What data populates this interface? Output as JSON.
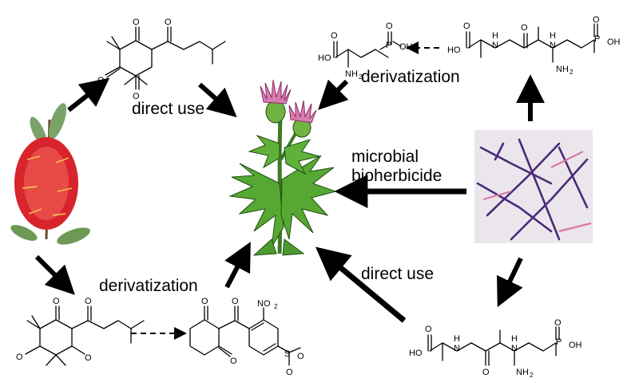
{
  "labels": {
    "direct_use_top": "direct use",
    "derivatization_top": "derivatization",
    "microbial_line1": "microbial",
    "microbial_line2": "bioherbicide",
    "derivatization_bottom": "derivatization",
    "direct_use_bottom": "direct use"
  },
  "atoms": {
    "O": "O",
    "HO": "HO",
    "NH2": "NH",
    "sub2": "2",
    "NO2": "NO",
    "P": "P",
    "OH": "OH",
    "H": "H",
    "N": "N",
    "S": "S"
  },
  "colors": {
    "arrow": "#000000",
    "flower_red": "#d8242c",
    "leaf_green": "#4e9a2f",
    "thistle_pink": "#d97cb0",
    "bacteria_purple": "#4a2a7a"
  }
}
